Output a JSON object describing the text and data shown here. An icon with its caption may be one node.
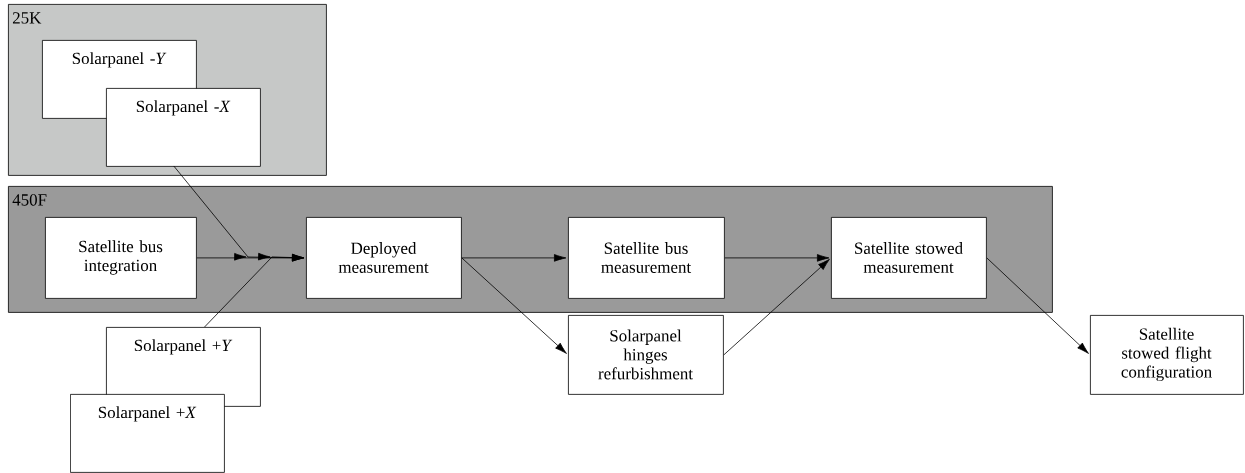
{
  "diagram": {
    "nodes": [
      {
        "text": [
          "25K"
        ]
      },
      {
        "text": [
          "Solarpanel -*Y*"
        ],
        "in": 0
      },
      {
        "text": [
          "Solarpanel -*X*"
        ],
        "in": 0
      },
      {
        "text": [
          "450F"
        ]
      },
      {
        "text": [
          "Satellite bus integration"
        ],
        "in": 3
      },
      {
        "text": [
          "Deployed measurement"
        ],
        "in": 3
      },
      {
        "text": [
          "Satellite bus measurement"
        ],
        "in": 3
      },
      {
        "text": [
          "Satellite stowed measurement"
        ],
        "in": 3
      },
      {
        "text": [
          "Solarpanel hinges refurbishment"
        ]
      },
      {
        "text": [
          "Satellite stowed flight configuration"
        ]
      },
      {
        "text": [
          "Solarpanel +*Y*"
        ]
      },
      {
        "text": [
          "Solarpanel +*X*"
        ]
      }
    ],
    "edges": [
      {
        "from": 2,
        "to": 5,
        "arrow": "to"
      },
      {
        "from": 4,
        "to": 5,
        "arrow": "to"
      },
      {
        "from": 10,
        "to": 5,
        "arrow": "to"
      },
      {
        "from": 5,
        "to": 6,
        "arrow": "to"
      },
      {
        "from": 5,
        "to": 8,
        "arrow": "to"
      },
      {
        "from": 6,
        "to": 7,
        "arrow": "to"
      },
      {
        "from": 8,
        "to": 7,
        "arrow": "to"
      },
      {
        "from": 7,
        "to": 9,
        "arrow": "to"
      }
    ]
  }
}
